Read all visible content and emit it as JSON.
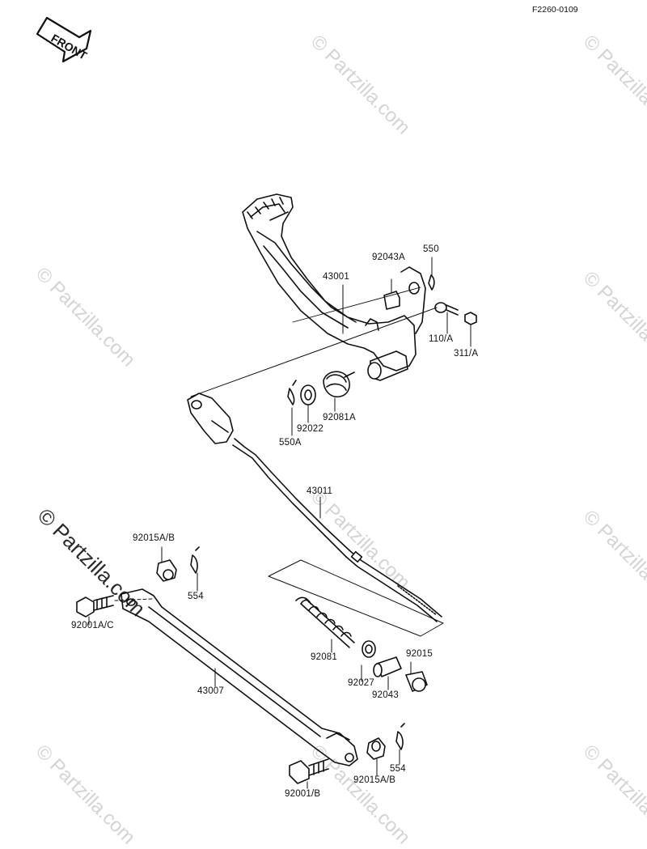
{
  "diagram_code": "F2260-0109",
  "front_label": "FRONT",
  "watermark_text": "© Partzilla.com",
  "parts": {
    "p43001": "43001",
    "p92043A": "92043A",
    "p550": "550",
    "p110A": "110/A",
    "p311A": "311/A",
    "p92022": "92022",
    "p92081A": "92081A",
    "p550A": "550A",
    "p43011": "43011",
    "p92015AB_top": "92015A/B",
    "p554_top": "554",
    "p92001AC": "92001A/C",
    "p92081": "92081",
    "p92015": "92015",
    "p92027": "92027",
    "p92043": "92043",
    "p43007": "43007",
    "p92001B": "92001/B",
    "p92015AB_bottom": "92015A/B",
    "p554_bottom": "554"
  }
}
